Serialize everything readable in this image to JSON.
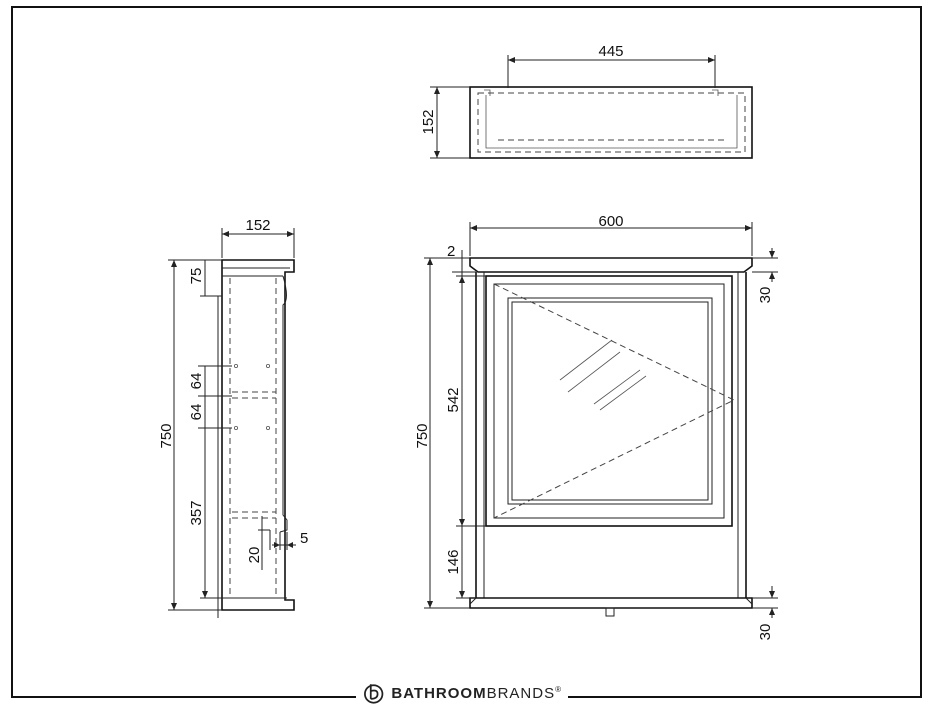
{
  "brand": {
    "name_bold": "BATHROOM",
    "name_light": "BRANDS",
    "registered": "®",
    "logo_icon": "b-logo-icon"
  },
  "top_view": {
    "width": "445",
    "depth": "152"
  },
  "side_view": {
    "depth": "152",
    "height": "750",
    "top_section": "75",
    "shelf_gap_upper": "64",
    "shelf_gap_lower": "64",
    "lower_section": "357",
    "plinth": "20",
    "door_offset": "5"
  },
  "front_view": {
    "width": "600",
    "top_gap": "2",
    "height": "750",
    "mirror_height": "542",
    "base_section": "146",
    "cornice": "30",
    "plinth": "30"
  },
  "colors": {
    "line": "#222222",
    "background": "#ffffff"
  }
}
